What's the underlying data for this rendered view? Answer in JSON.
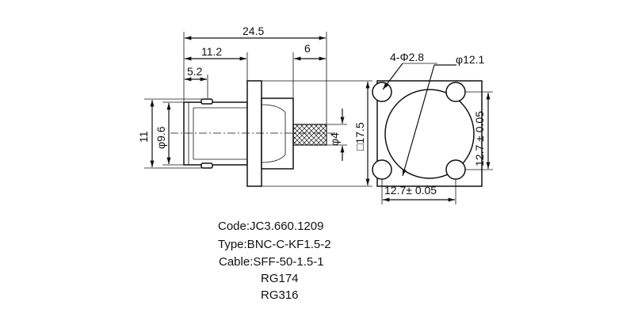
{
  "dimensions": {
    "overall_length": "24.5",
    "length_to_flange": "11.2",
    "length_to_bayonet": "5.2",
    "pin_length": "6",
    "body_height": "11",
    "body_diameter": "φ9.6",
    "cable_diameter": "φ4",
    "flange_square": "□17.5",
    "holes": "4-Φ2.8",
    "bore_diameter": "φ12.1",
    "hole_spacing_h": "12.7± 0.05",
    "hole_spacing_v": "12.7 ± 0.05"
  },
  "specs": {
    "code": "Code:JC3.660.1209",
    "type": "Type:BNC-C-KF1.5-2",
    "cable": "Cable:SFF-50-1.5-1",
    "cable_alt1": "RG174",
    "cable_alt2": "RG316"
  }
}
